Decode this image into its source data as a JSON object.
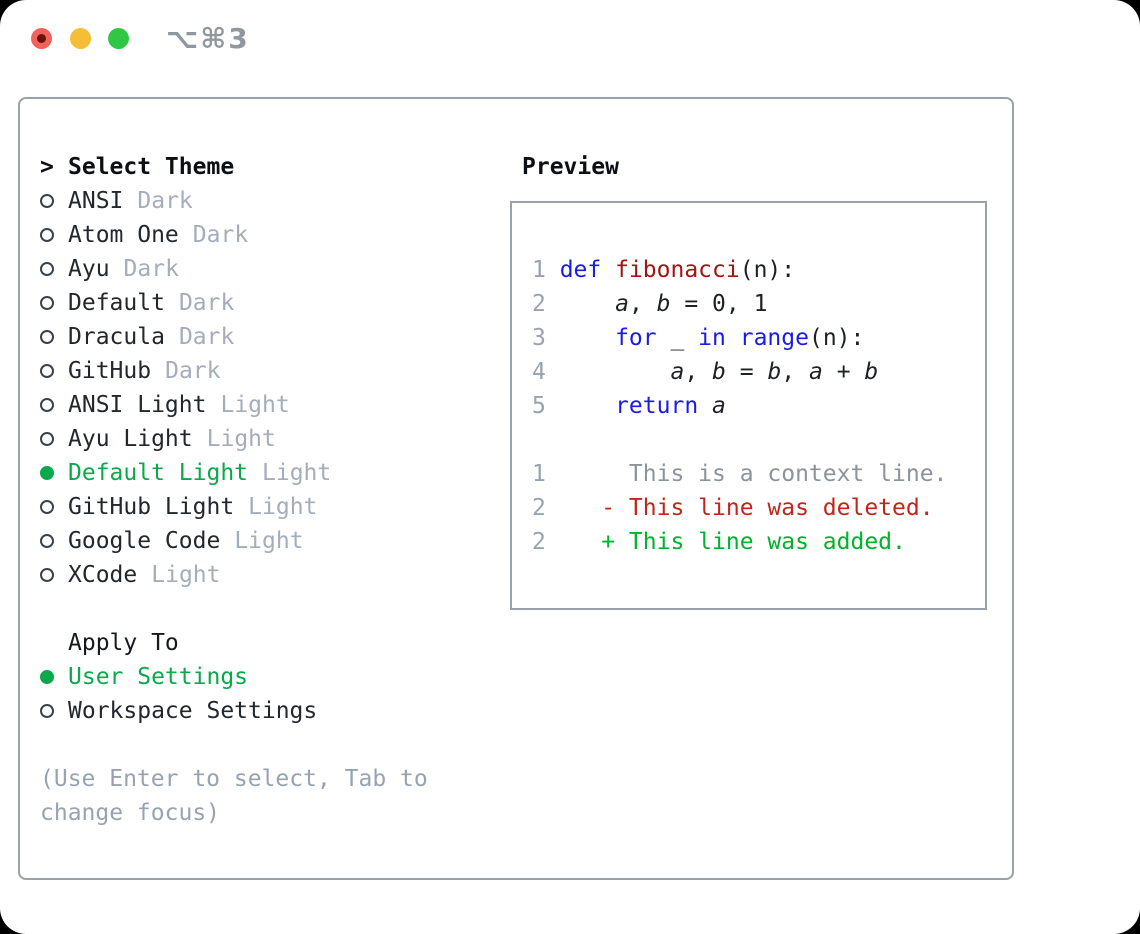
{
  "titlebar": {
    "shortcut": "⌥⌘3",
    "traffic_lights": [
      "close",
      "minimize",
      "zoom"
    ]
  },
  "theme_selector": {
    "title_marker": ">",
    "title": "Select Theme",
    "items": [
      {
        "name": "ANSI",
        "variant": "Dark",
        "selected": false
      },
      {
        "name": "Atom One",
        "variant": "Dark",
        "selected": false
      },
      {
        "name": "Ayu",
        "variant": "Dark",
        "selected": false
      },
      {
        "name": "Default",
        "variant": "Dark",
        "selected": false
      },
      {
        "name": "Dracula",
        "variant": "Dark",
        "selected": false
      },
      {
        "name": "GitHub",
        "variant": "Dark",
        "selected": false
      },
      {
        "name": "ANSI Light",
        "variant": "Light",
        "selected": false
      },
      {
        "name": "Ayu Light",
        "variant": "Light",
        "selected": false
      },
      {
        "name": "Default Light",
        "variant": "Light",
        "selected": true
      },
      {
        "name": "GitHub Light",
        "variant": "Light",
        "selected": false
      },
      {
        "name": "Google Code",
        "variant": "Light",
        "selected": false
      },
      {
        "name": "XCode",
        "variant": "Light",
        "selected": false
      }
    ],
    "apply_to": {
      "title": "Apply To",
      "options": [
        {
          "name": "User Settings",
          "selected": true
        },
        {
          "name": "Workspace Settings",
          "selected": false
        }
      ]
    },
    "help_text": "(Use Enter to select, Tab to change focus)"
  },
  "preview": {
    "title": "Preview",
    "code_lines": [
      {
        "num": "1",
        "segs": [
          [
            "kw",
            "def"
          ],
          [
            "pl",
            " "
          ],
          [
            "fn",
            "fibonacci"
          ],
          [
            "pl",
            "(n):"
          ]
        ]
      },
      {
        "num": "2",
        "segs": [
          [
            "pl",
            "    "
          ],
          [
            "var",
            "a"
          ],
          [
            "pl",
            ", "
          ],
          [
            "var",
            "b"
          ],
          [
            "pl",
            " = 0, 1"
          ]
        ]
      },
      {
        "num": "3",
        "segs": [
          [
            "pl",
            "    "
          ],
          [
            "kw",
            "for"
          ],
          [
            "pl",
            " _ "
          ],
          [
            "kw",
            "in"
          ],
          [
            "pl",
            " "
          ],
          [
            "kw",
            "range"
          ],
          [
            "pl",
            "(n):"
          ]
        ]
      },
      {
        "num": "4",
        "segs": [
          [
            "pl",
            "        "
          ],
          [
            "var",
            "a"
          ],
          [
            "pl",
            ", "
          ],
          [
            "var",
            "b"
          ],
          [
            "pl",
            " = "
          ],
          [
            "var",
            "b"
          ],
          [
            "pl",
            ", "
          ],
          [
            "var",
            "a"
          ],
          [
            "pl",
            " + "
          ],
          [
            "var",
            "b"
          ]
        ]
      },
      {
        "num": "5",
        "segs": [
          [
            "pl",
            "    "
          ],
          [
            "kw",
            "return"
          ],
          [
            "pl",
            " "
          ],
          [
            "var",
            "a"
          ]
        ]
      }
    ],
    "diff_lines": [
      {
        "num": "1",
        "kind": "context",
        "text": "     This is a context line."
      },
      {
        "num": "2",
        "kind": "deleted",
        "text": "   - This line was deleted."
      },
      {
        "num": "2",
        "kind": "added",
        "text": "   + This line was added."
      }
    ]
  },
  "colors": {
    "selected_green": "#0ba84c",
    "keyword_blue": "#1b1be6",
    "function_red": "#a31515",
    "diff_deleted_red": "#c2251a",
    "diff_added_green": "#00b32e",
    "context_gray": "#8b939c",
    "muted_gray": "#9aa5b1",
    "border_gray": "#99a1ab",
    "traffic_red": "#f4605a",
    "traffic_yellow": "#f6bd37",
    "traffic_green": "#31c744"
  }
}
